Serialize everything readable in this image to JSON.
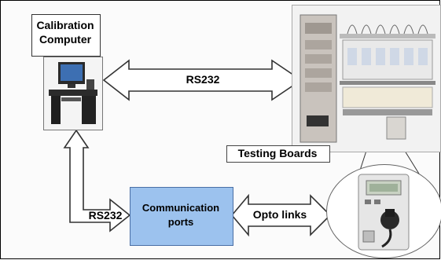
{
  "labels": {
    "calibration_computer_line1": "Calibration",
    "calibration_computer_line2": "Computer",
    "rs232_top": "RS232",
    "rs232_left": "RS232",
    "testing_boards": "Testing Boards",
    "communication_ports_line1": "Communication",
    "communication_ports_line2": "ports",
    "opto_links": "Opto links"
  },
  "colors": {
    "comm_box_fill": "#9cc2ee",
    "arrow_stroke": "#333333",
    "arrow_fill": "#ffffff"
  },
  "icons": {
    "computer": "desktop-computer-icon",
    "tester": "meter-testing-bench-icon",
    "meter": "electricity-meter-icon"
  }
}
